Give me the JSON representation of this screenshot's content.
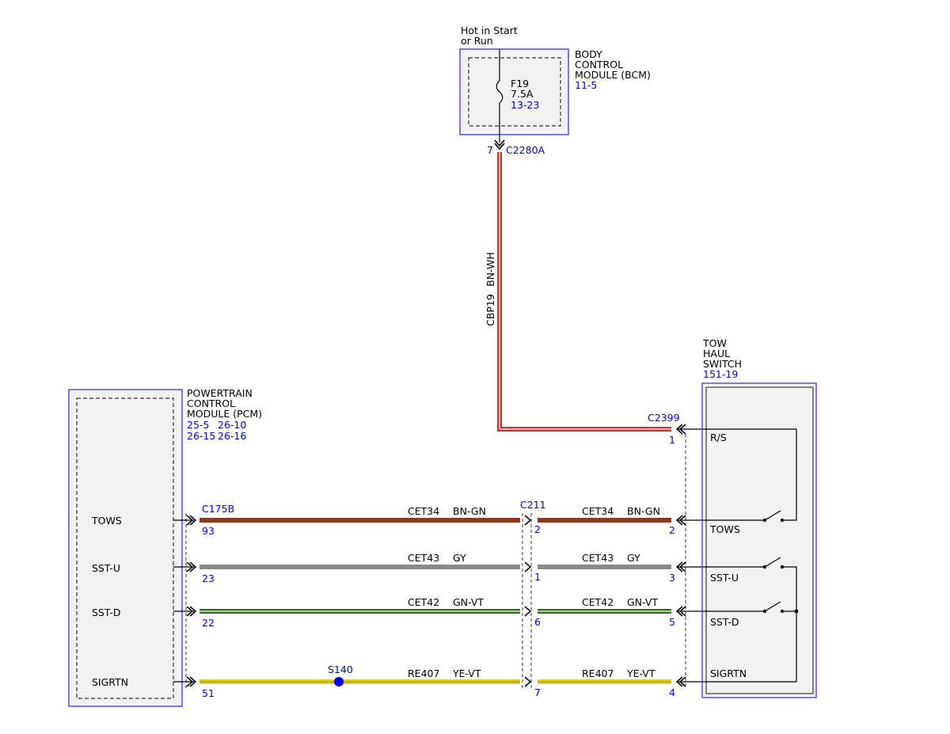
{
  "colors": {
    "link": "#0000ee",
    "frame": "#3333ff",
    "module_fill": "#f2f2f2",
    "bn_wh": "#b83a32",
    "bn_gn": "#8b3a1a",
    "gy": "#8a8a8a",
    "gn_vt": "#2f6e1f",
    "ye_vt": "#e3cf2a",
    "splice": "#0000ee"
  },
  "bcm": {
    "supply_line1": "Hot in Start",
    "supply_line2": "or Run",
    "name_line1": "BODY",
    "name_line2": "CONTROL",
    "name_line3": "MODULE (BCM)",
    "ref": "11-5",
    "fuse_name": "F19",
    "fuse_rating": "7.5A",
    "fuse_ref": "13-23",
    "connector": "C2280A",
    "pin": "7"
  },
  "supply_wire": {
    "circuit": "CBP19",
    "color_code": "BN-WH"
  },
  "pcm": {
    "name_line1": "POWERTRAIN",
    "name_line2": "CONTROL",
    "name_line3": "MODULE (PCM)",
    "ref1": "25-5",
    "ref2": "26-10",
    "ref3": "26-15",
    "ref4": "26-16",
    "connector": "C175B",
    "signals": [
      {
        "label": "TOWS",
        "pin": "93"
      },
      {
        "label": "SST-U",
        "pin": "23"
      },
      {
        "label": "SST-D",
        "pin": "22"
      },
      {
        "label": "SIGRTN",
        "pin": "51"
      }
    ]
  },
  "inline_connector": {
    "name": "C211",
    "pins": [
      "2",
      "1",
      "6",
      "7"
    ]
  },
  "splice": {
    "name": "S140"
  },
  "harness_wires": [
    {
      "circuit": "CET34",
      "color_code": "BN-GN"
    },
    {
      "circuit": "CET43",
      "color_code": "GY"
    },
    {
      "circuit": "CET42",
      "color_code": "GN-VT"
    },
    {
      "circuit": "RE407",
      "color_code": "YE-VT"
    }
  ],
  "switch": {
    "name_line1": "TOW",
    "name_line2": "HAUL",
    "name_line3": "SWITCH",
    "ref": "151-19",
    "connector": "C2399",
    "supply_pin": "1",
    "supply_label": "R/S",
    "signals": [
      {
        "label": "TOWS",
        "pin": "2"
      },
      {
        "label": "SST-U",
        "pin": "3"
      },
      {
        "label": "SST-D",
        "pin": "5"
      },
      {
        "label": "SIGRTN",
        "pin": "4"
      }
    ]
  }
}
